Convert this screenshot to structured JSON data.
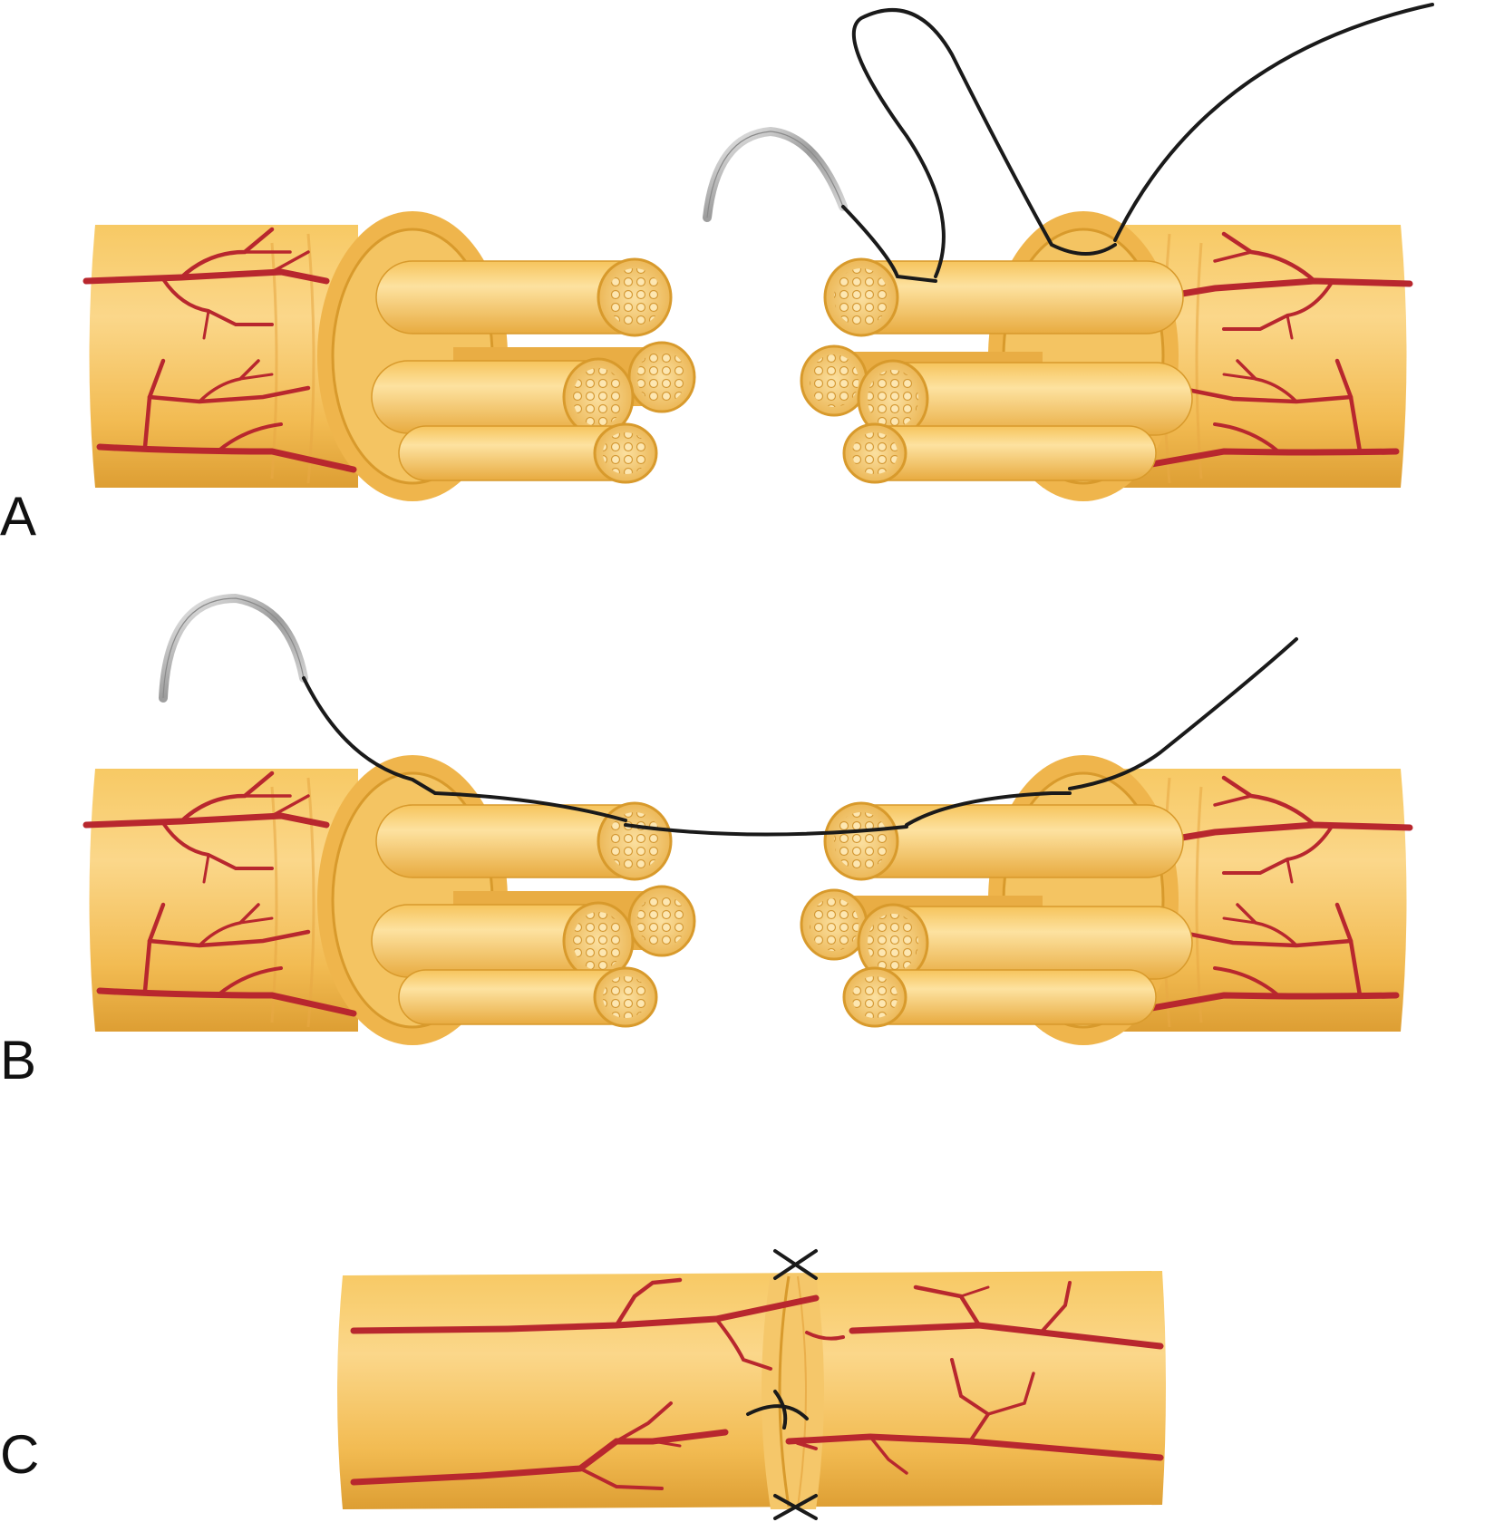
{
  "panels": [
    {
      "label": "A"
    },
    {
      "label": "B"
    },
    {
      "label": "C"
    }
  ],
  "colors": {
    "nerve": "#f4bf55",
    "nerve_light": "#fbd77f",
    "nerve_dark": "#d89a2c",
    "vessel": "#b8272e",
    "suture": "#1a1a1a",
    "needle": "#b8b8b8"
  }
}
